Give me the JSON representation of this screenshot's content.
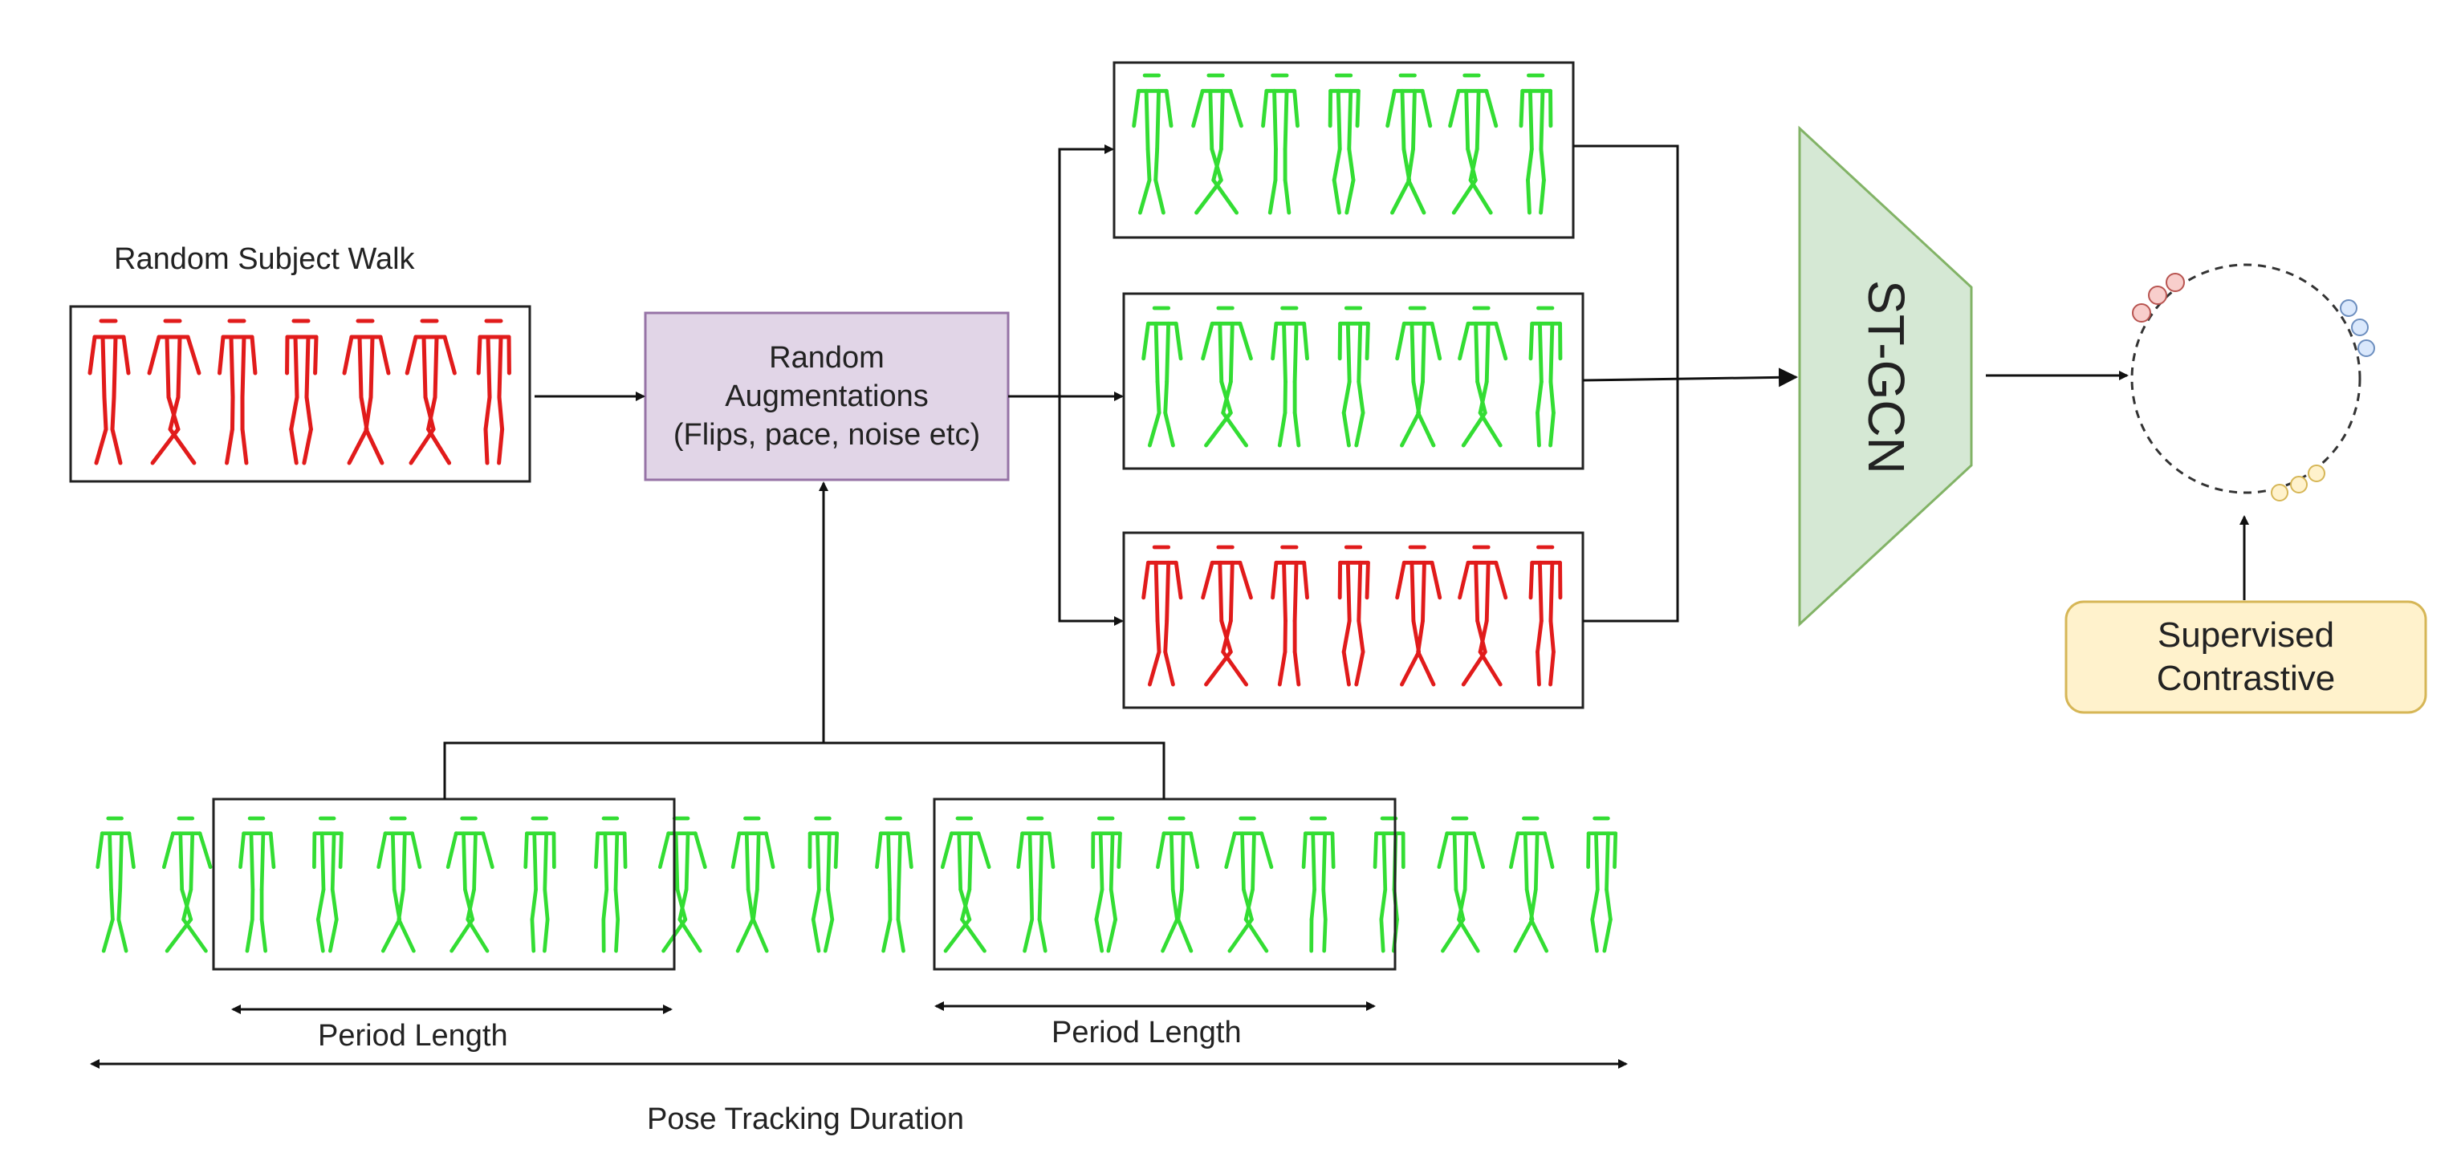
{
  "labels": {
    "random_subject_walk": "Random Subject Walk",
    "augment_line1": "Random",
    "augment_line2": "Augmentations",
    "augment_line3": "(Flips, pace, noise etc)",
    "stgcn": "ST-GCN",
    "supcon_line1": "Supervised",
    "supcon_line2": "Contrastive",
    "period_length_1": "Period Length",
    "period_length_2": "Period Length",
    "pose_tracking": "Pose Tracking Duration"
  },
  "colors": {
    "skeleton_green": "#33dd33",
    "skeleton_red": "#e11b1b",
    "augment_fill": "#e1d5e7",
    "augment_stroke": "#9673a6",
    "stgcn_fill": "#d5e8d4",
    "stgcn_stroke": "#82b366",
    "supcon_fill": "#fff2cc",
    "supcon_stroke": "#d6b656",
    "cluster_red": "#f8cecc",
    "cluster_blue": "#dae8fc",
    "cluster_yellow": "#fff2cc"
  }
}
